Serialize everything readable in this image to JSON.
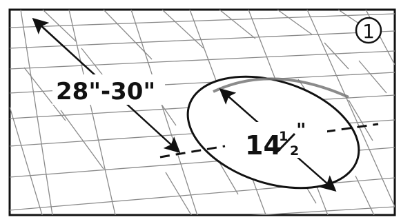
{
  "step_number": "1",
  "distance_label": "28\"-30\"",
  "diameter_label": {
    "whole": "14",
    "numerator": "1",
    "denominator": "2",
    "unit": "\""
  },
  "colors": {
    "line": "#111111",
    "roof_line": "#8a8a8a",
    "paper": "#ffffff"
  }
}
